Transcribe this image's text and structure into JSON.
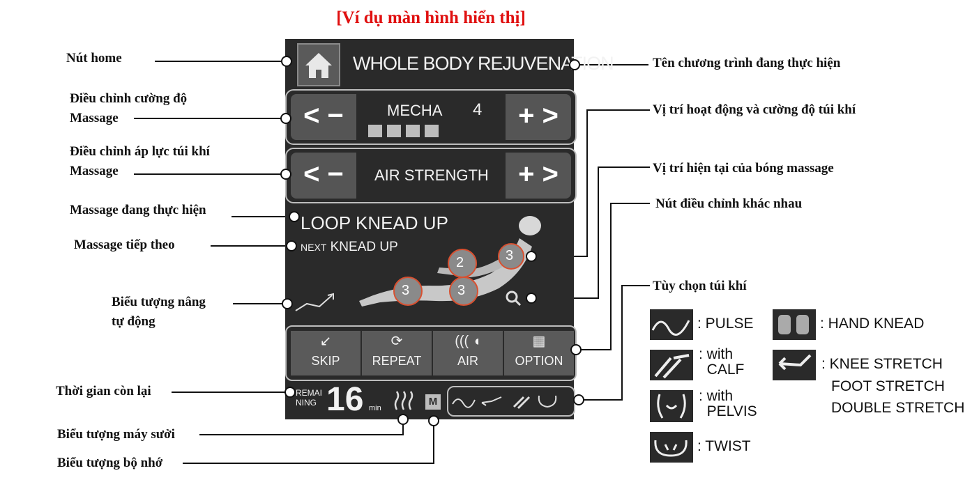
{
  "title": "[Ví dụ màn hình hiển thị]",
  "screen": {
    "program_name": "WHOLE BODY REJUVENATION",
    "mecha_label": "MECHA",
    "mecha_level": "4",
    "air_strength_label": "AIR STRENGTH",
    "current_massage": "LOOP KNEAD UP",
    "next_prefix": "NEXT",
    "next_massage": "KNEAD UP",
    "airbag_levels": [
      "2",
      "3",
      "3",
      "3"
    ],
    "bottom_buttons": [
      {
        "label": "SKIP",
        "icon": "skip-arrow-icon"
      },
      {
        "label": "REPEAT",
        "icon": "repeat-icon"
      },
      {
        "label": "AIR",
        "icon": "air-icon"
      },
      {
        "label": "OPTION",
        "icon": "grid-icon"
      }
    ],
    "remaining_label_1": "REMAI",
    "remaining_label_2": "NING",
    "remaining_value": "16",
    "remaining_unit": "min",
    "memory_badge": "M"
  },
  "labels": {
    "home": "Nút home",
    "intensity_1": "Điều chỉnh cường độ",
    "intensity_2": "Massage",
    "air_pressure_1": "Điều chỉnh áp lực túi khí",
    "air_pressure_2": "Massage",
    "current": "Massage đang thực hiện",
    "next": "Massage tiếp theo",
    "auto_lift_1": "Biểu tượng nâng",
    "auto_lift_2": "tự động",
    "remaining": "Thời gian còn lại",
    "heater": "Biểu tượng máy sưởi",
    "memory": "Biểu tượng bộ nhớ",
    "program_name": "Tên chương trình đang thực hiện",
    "airbag_position": "Vị trí hoạt động và cường độ túi khí",
    "ball_position": "Vị trí hiện tại của bóng massage",
    "other_buttons": "Nút điều chỉnh khác nhau",
    "airbag_options": "Tùy chọn túi khí"
  },
  "legend": {
    "pulse": ": PULSE",
    "calf_1": "with",
    "calf_2": "CALF",
    "pelvis_1": "with",
    "pelvis_2": "PELVIS",
    "twist": ": TWIST",
    "hand_knead": ": HAND KNEAD",
    "knee_stretch": ": KNEE STRETCH",
    "foot_stretch": "FOOT STRETCH",
    "double_stretch": "DOUBLE STRETCH"
  },
  "colors": {
    "title": "#e01010",
    "panel": "#2a2a2a",
    "button": "#5a5a5a"
  }
}
